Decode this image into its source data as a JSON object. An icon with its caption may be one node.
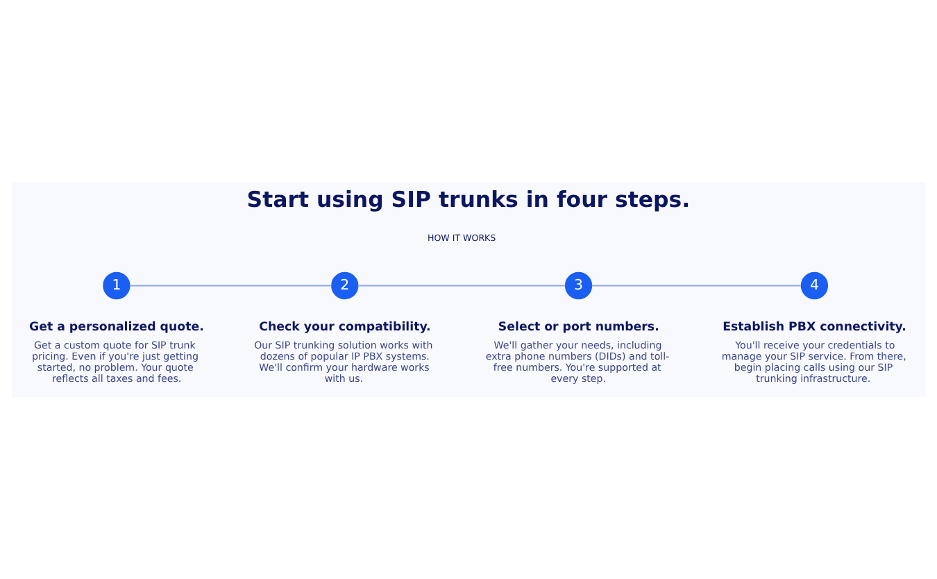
{
  "diagram": {
    "title": "Start using SIP trunks in four steps.",
    "nodes": [
      {
        "text": [
          "1"
        ],
        "beside": [
          "Get a personalized quote.",
          "Get a custom quote for SIP trunk pricing. Even if you're just getting started, no problem. Your quote reflects all taxes and fees."
        ]
      },
      {
        "text": [
          "2"
        ],
        "beside": [
          "Check your compatibility.",
          "Our SIP trunking solution works with dozens of popular IP PBX systems. We'll confirm your hardware works with us."
        ]
      },
      {
        "text": [
          "3"
        ],
        "beside": [
          "Select or port numbers.",
          "We'll gather your needs, including extra phone numbers (DIDs) and toll-free numbers. You're supported at every step."
        ]
      },
      {
        "text": [
          "4"
        ],
        "beside": [
          "Establish PBX connectivity.",
          "You'll receive your credentials to manage your SIP service. From there, begin placing calls using our SIP trunking infrastructure."
        ]
      }
    ],
    "edges": [
      {
        "from": 0,
        "to": 1,
        "arrow": "none"
      },
      {
        "from": 1,
        "to": 2,
        "arrow": "none"
      },
      {
        "from": 2,
        "to": 3,
        "arrow": "none"
      }
    ],
    "labels": [
      "HOW IT WORKS"
    ]
  }
}
